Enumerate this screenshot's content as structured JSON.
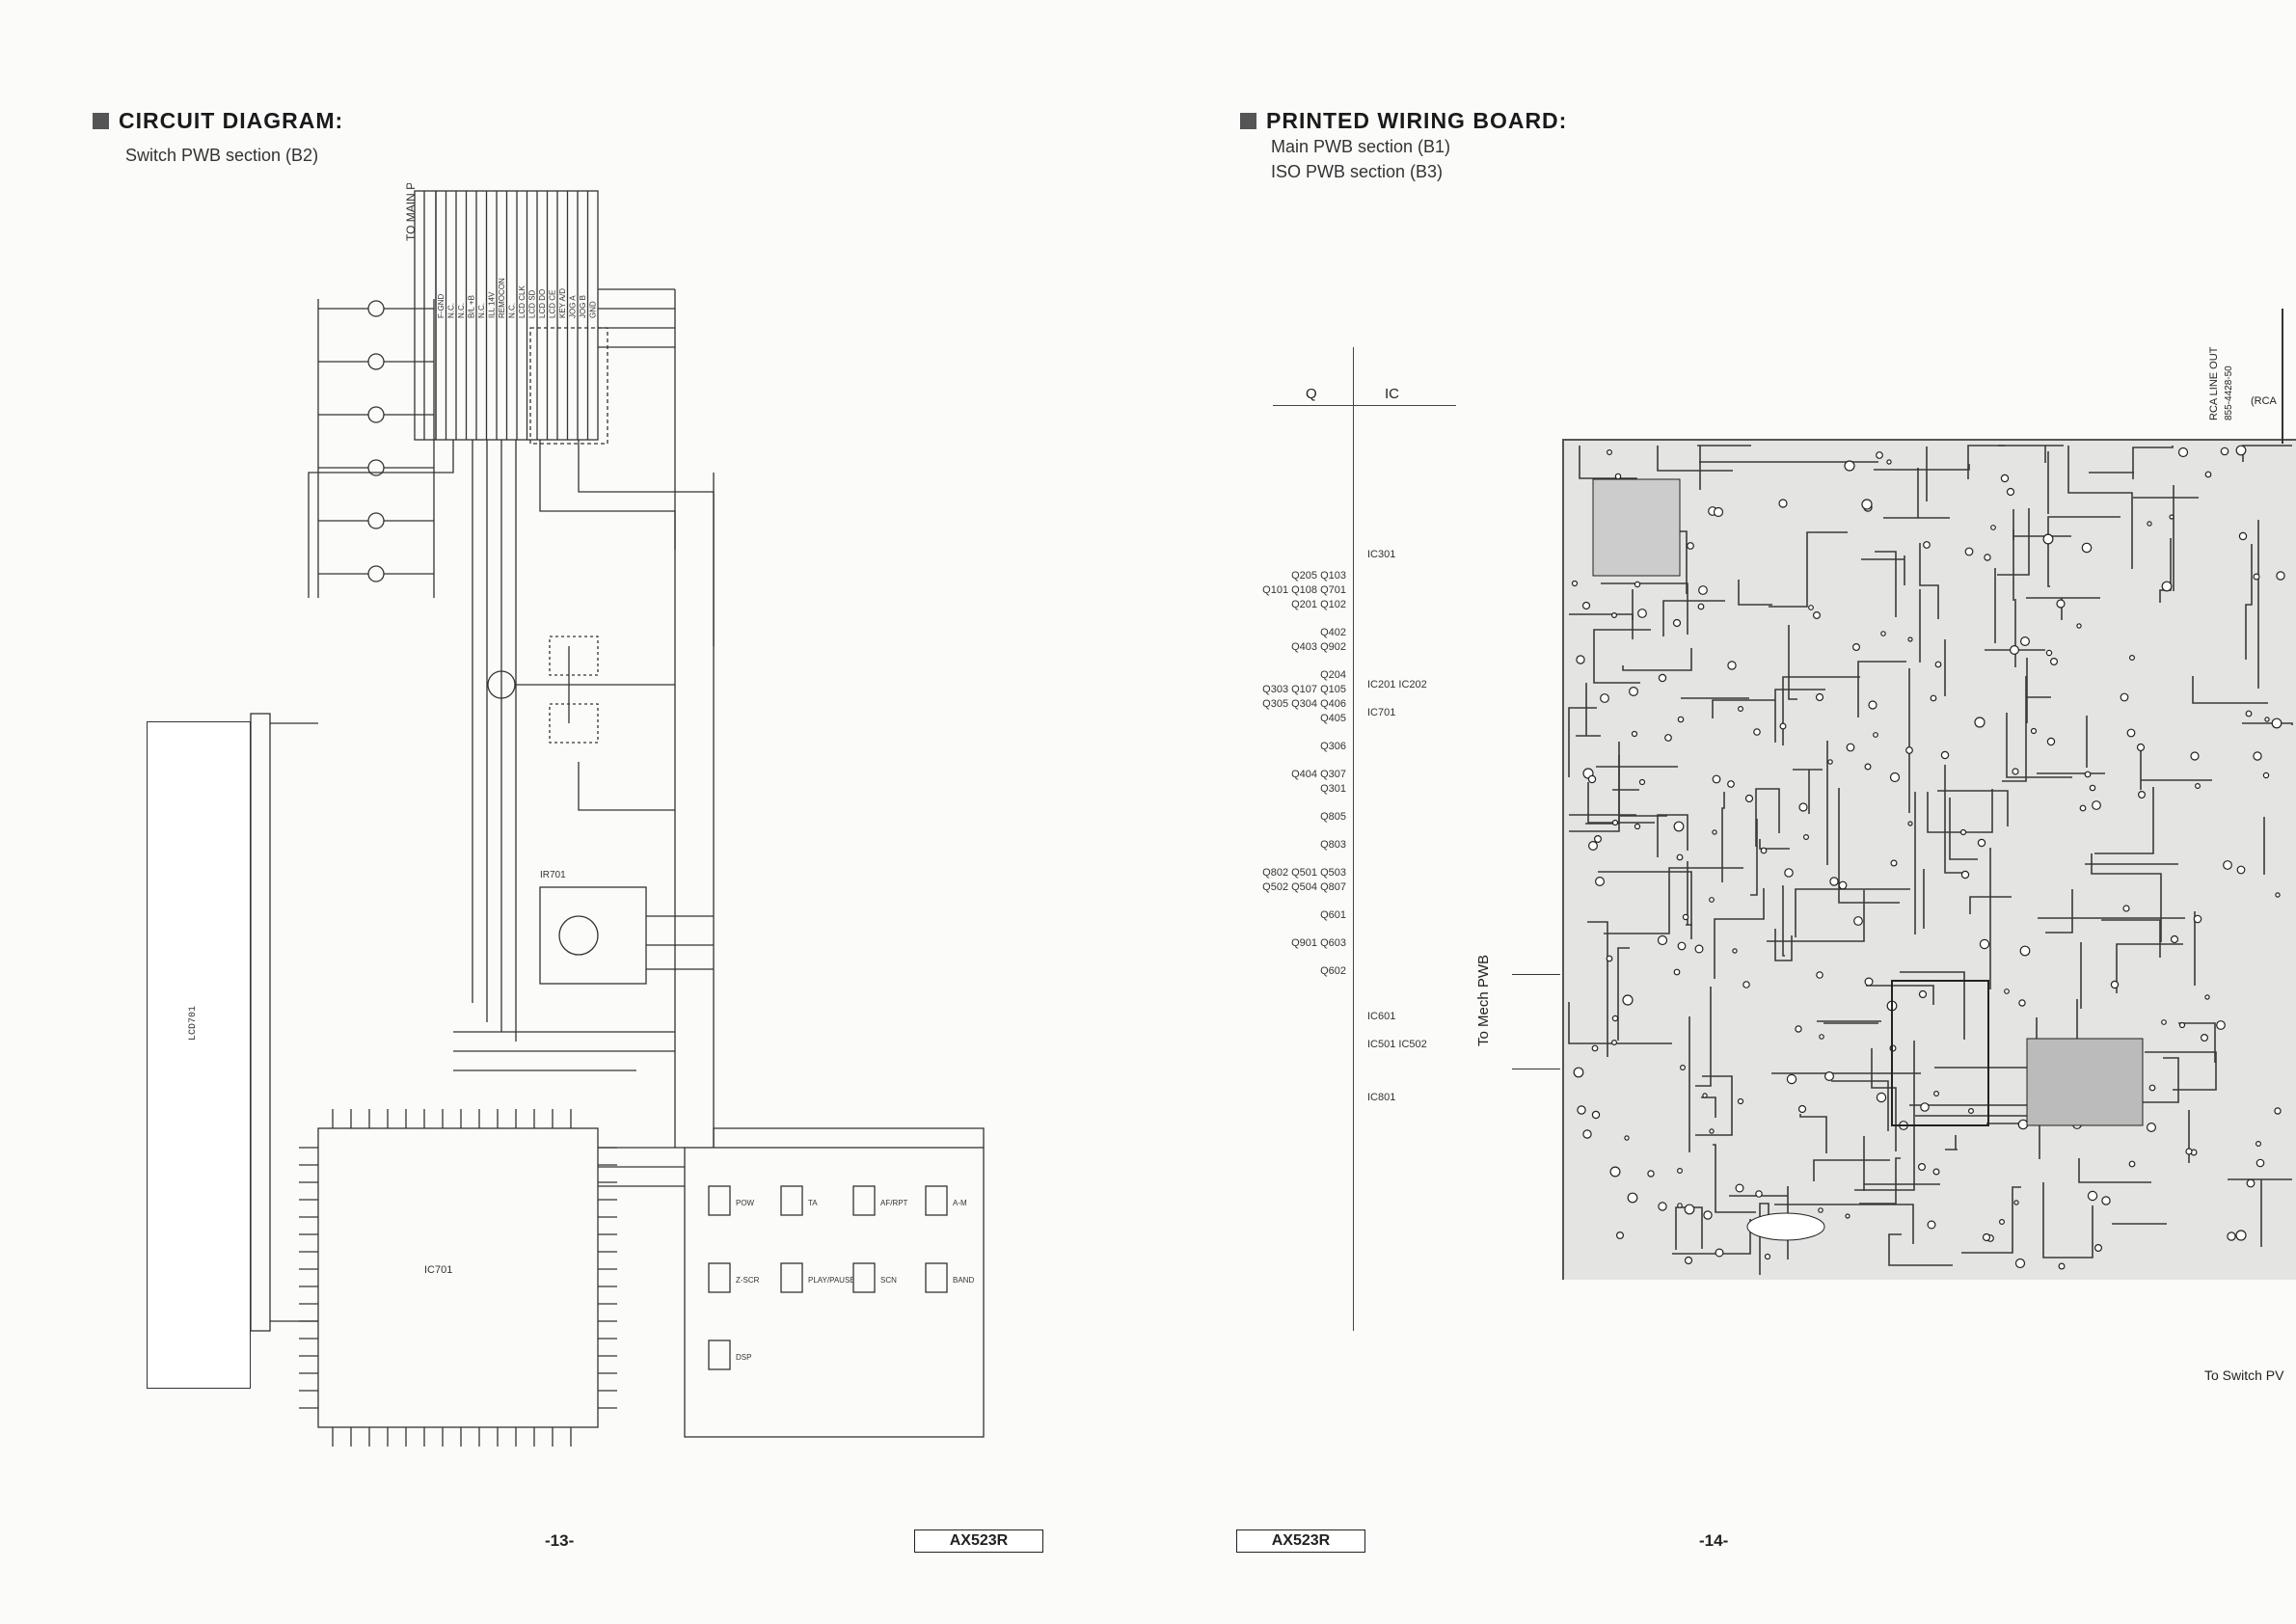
{
  "left": {
    "title": "CIRCUIT DIAGRAM:",
    "subtitle": "Switch PWB section (B2)",
    "page_number": "-13-",
    "model": "AX523R",
    "connector_label": "TO MAIN PWB",
    "connector_pins": [
      "F-GND",
      "N.C.",
      "N.C.",
      "B/L +B",
      "N.C.",
      "ILL 14V",
      "REMOCON",
      "N.C.",
      "LCD CLK",
      "LCD SD",
      "LCD DO",
      "LCD CE",
      "KEY A/D",
      "JOG A",
      "JOG B",
      "GND"
    ],
    "lcd_label": "LCD701",
    "ic_label": "IC701",
    "ir_label": "IR701",
    "keys": [
      "POW",
      "TA",
      "AF/RPT",
      "A-M",
      "Z-SCR",
      "PLAY/PAUSE",
      "SCN",
      "BAND",
      "DSP"
    ]
  },
  "right": {
    "title": "PRINTED WIRING BOARD:",
    "subtitle1": "Main PWB section (B1)",
    "subtitle2": "ISO PWB section (B3)",
    "page_number": "-14-",
    "model": "AX523R",
    "col_q": "Q",
    "col_ic": "IC",
    "q_rows": [
      "Q205 Q103",
      "Q101 Q108 Q701",
      "Q201 Q102",
      "Q402",
      "Q403 Q902",
      "Q204",
      "Q303 Q107 Q105",
      "Q305 Q304 Q406",
      "Q405",
      "Q306",
      "Q404 Q307",
      "Q301",
      "Q805",
      "Q803",
      "Q802 Q501 Q503",
      "Q502 Q504 Q807",
      "Q601",
      "Q901 Q603",
      "Q602"
    ],
    "ic_rows": [
      "IC301",
      "IC201 IC202",
      "IC701",
      "IC601",
      "IC501 IC502",
      "IC801"
    ],
    "to_mech": "To Mech PWB",
    "to_switch": "To Switch PV",
    "rca_label": "RCA LINE OUT",
    "rca_part": "855-4428-50",
    "rca_paren": "(RCA"
  }
}
